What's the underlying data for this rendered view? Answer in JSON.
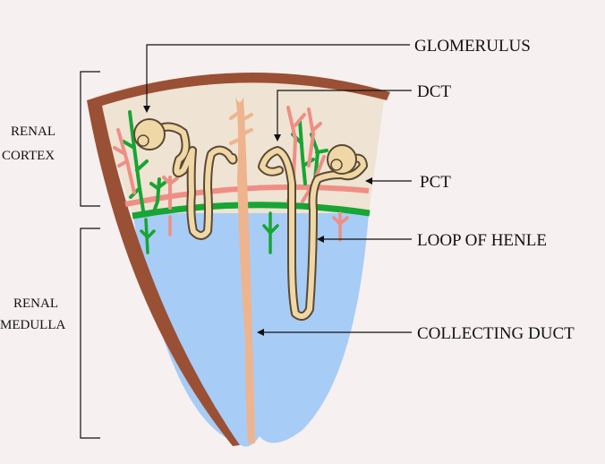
{
  "labels": {
    "glomerulus": "GLOMERULUS",
    "dct": "DCT",
    "pct": "PCT",
    "loop_of_henle": "LOOP OF HENLE",
    "collecting_duct": "COLLECTING DUCT",
    "renal_cortex_line1": "RENAL",
    "renal_cortex_line2": "CORTEX",
    "renal_medulla_line1": "RENAL",
    "renal_medulla_line2": "MEDULLA"
  },
  "colors": {
    "background": "#f7f0f0",
    "cortex": "#efe3d3",
    "medulla": "#a7ccf6",
    "capsule": "#9a5034",
    "nephron_tube": "#f0d7a6",
    "nephron_outline": "#5a4a33",
    "artery_green": "#17a533",
    "vessel_pink": "#ef8e85",
    "collecting_duct": "#eeb48d"
  }
}
